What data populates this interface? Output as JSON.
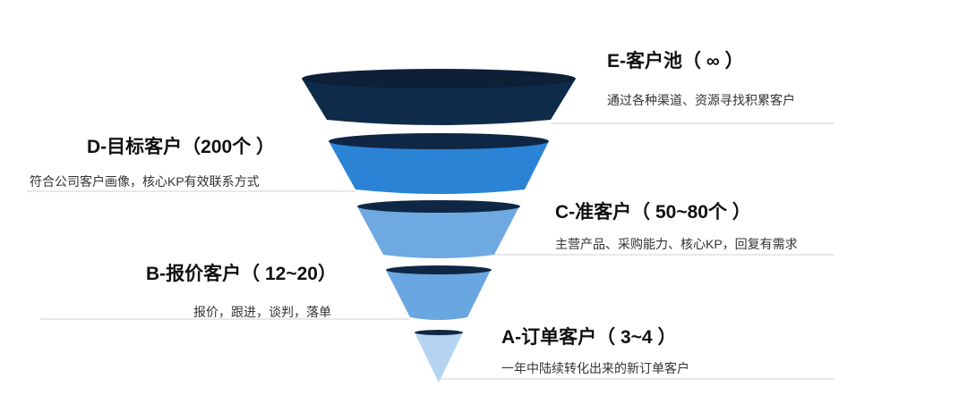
{
  "colors": {
    "rim": "#0f2745",
    "E": "#0f2b4a",
    "D": "#2b83d6",
    "C": "#6fa9e1",
    "B": "#6aa6e0",
    "A": "#b5d4f2",
    "line": "#d0d0d0"
  },
  "stages": {
    "E": {
      "title": "E-客户池（ ∞ ）",
      "desc": "通过各种渠道、资源寻找积累客户"
    },
    "D": {
      "title": "D-目标客户（200个 ）",
      "desc": "符合公司客户画像，核心KP有效联系方式"
    },
    "C": {
      "title": "C-准客户（ 50~80个 ）",
      "desc": "主营产品、采购能力、核心KP，回复有需求"
    },
    "B": {
      "title": "B-报价客户（ 12~20）",
      "desc": "报价，跟进，谈判，落单"
    },
    "A": {
      "title": "A-订单客户（ 3~4 ）",
      "desc": "一年中陆续转化出来的新订单客户"
    }
  }
}
